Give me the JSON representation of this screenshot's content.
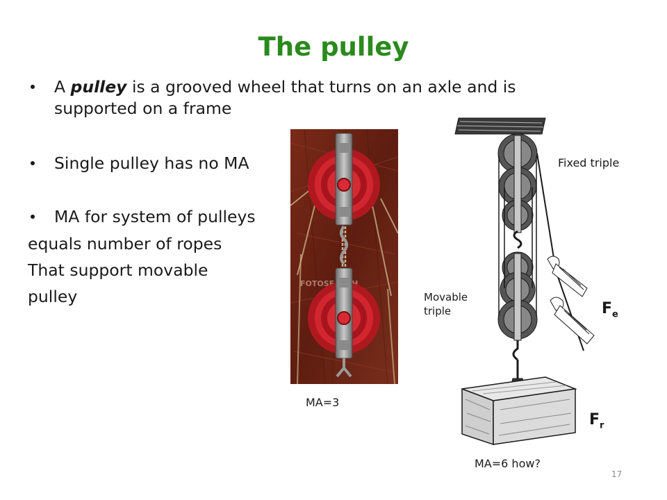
{
  "slide": {
    "title": "The pulley",
    "bullets": [
      {
        "pre": "A ",
        "em": "pulley",
        "post": " is a grooved wheel that turns on an axle and is",
        "cont": "supported on a frame"
      },
      {
        "text": "Single pulley has no MA"
      },
      {
        "text": "MA for system of pulleys"
      }
    ],
    "plain_lines": [
      "equals number of ropes",
      "That support movable",
      "pulley"
    ],
    "photo_watermark": "FOTOSEARCH",
    "photo_caption": "MA=3",
    "drawing": {
      "label_fixed": "Fixed triple",
      "label_movable_1": "Movable",
      "label_movable_2": "triple",
      "force_effort": "F",
      "force_effort_sub": "e",
      "force_resistance": "F",
      "force_resistance_sub": "r",
      "caption": "MA=6 how?"
    },
    "page_number": "17"
  }
}
